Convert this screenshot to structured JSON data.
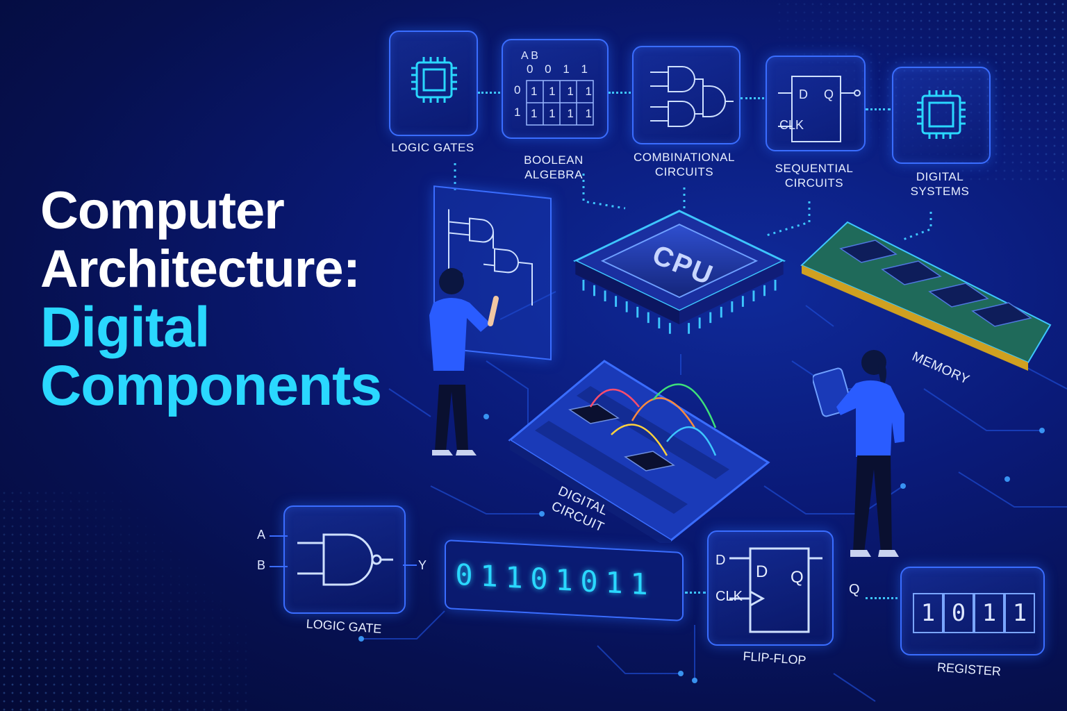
{
  "title": {
    "line1": "Computer",
    "line2": "Architecture:",
    "line3": "Digital",
    "line4": "Components"
  },
  "top_cards": [
    {
      "label": "LOGIC GATES",
      "icon": "chip-icon"
    },
    {
      "label": "BOOLEAN ALGEBRA",
      "icon": "truth-table-icon"
    },
    {
      "label": "COMBINATIONAL CIRCUITS",
      "icon": "gates-diagram-icon"
    },
    {
      "label": "SEQUENTIAL CIRCUITS",
      "icon": "flip-flop-icon"
    },
    {
      "label": "DIGITAL SYSTEMS",
      "icon": "chip-icon"
    }
  ],
  "truth_table": {
    "header": "A B",
    "row0": "0 0 1 1",
    "row1_lead": "0",
    "row1": "1 1 1 1",
    "row2_lead": "1",
    "row2": "1 1 1 1"
  },
  "flipflop_small": {
    "d": "D",
    "q": "Q",
    "clk": "CLK"
  },
  "cpu_label": "CPU",
  "memory_label": "MEMORY",
  "digital_circuit_label": "DIGITAL CIRCUIT",
  "logic_gate": {
    "label": "LOGIC GATE",
    "in_a": "A",
    "in_b": "B",
    "out": "Y"
  },
  "bits": [
    "0",
    "1",
    "1",
    "0",
    "1",
    "0",
    "1",
    "1"
  ],
  "flipflop": {
    "label": "FLIP-FLOP",
    "d": "D",
    "q": "Q",
    "clk": "CLK",
    "in_d": "D",
    "out_q": "Q"
  },
  "register": {
    "label": "REGISTER",
    "cells": [
      "1",
      "0",
      "1",
      "1"
    ]
  },
  "colors": {
    "accent": "#2ad8ff",
    "frame": "#3a6dff",
    "background": "#0a1a78"
  }
}
